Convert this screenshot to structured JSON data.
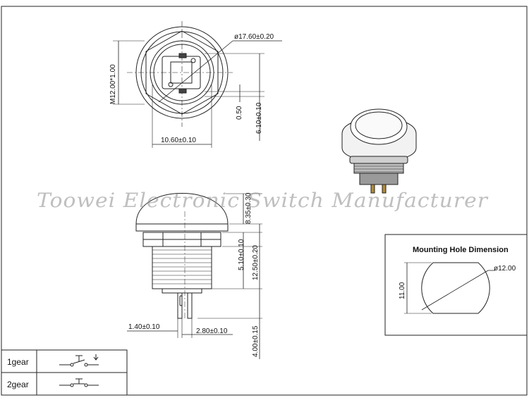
{
  "dimensions": {
    "top_diameter": "ø17.60±0.20",
    "thread": "M12.00*1.00",
    "offset": "0.50",
    "pin_length": "6.10±0.10",
    "width": "10.60±0.10",
    "cap_height": "8.35±0.30",
    "nut_height": "5.10±0.10",
    "body_length": "12.50±0.20",
    "terminal_height": "4.00±0.15",
    "terminal_width": "1.40±0.10",
    "terminal_pitch": "2.80±0.10"
  },
  "mounting_hole": {
    "title": "Mounting Hole Dimension",
    "diameter": "ø12.00",
    "flat": "11.00"
  },
  "gear_table": {
    "rows": [
      {
        "label": "1gear"
      },
      {
        "label": "2gear"
      }
    ]
  },
  "watermark": "Toowei Electronic Switch Manufacturer"
}
